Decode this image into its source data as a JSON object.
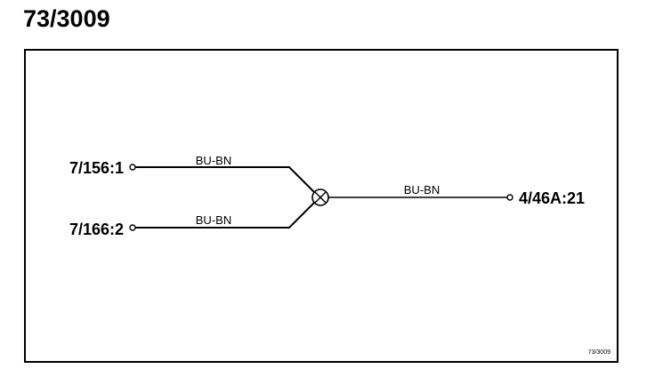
{
  "title": "73/3009",
  "diagram": {
    "inputs": [
      {
        "connector": "7/156:1",
        "wire_color": "BU-BN"
      },
      {
        "connector": "7/166:2",
        "wire_color": "BU-BN"
      }
    ],
    "splice": {
      "icon": "splice-icon"
    },
    "output": {
      "connector": "4/46A:21",
      "wire_color": "BU-BN"
    },
    "reference": "73/3009"
  },
  "colors": {
    "line": "#000000",
    "background": "#ffffff"
  }
}
